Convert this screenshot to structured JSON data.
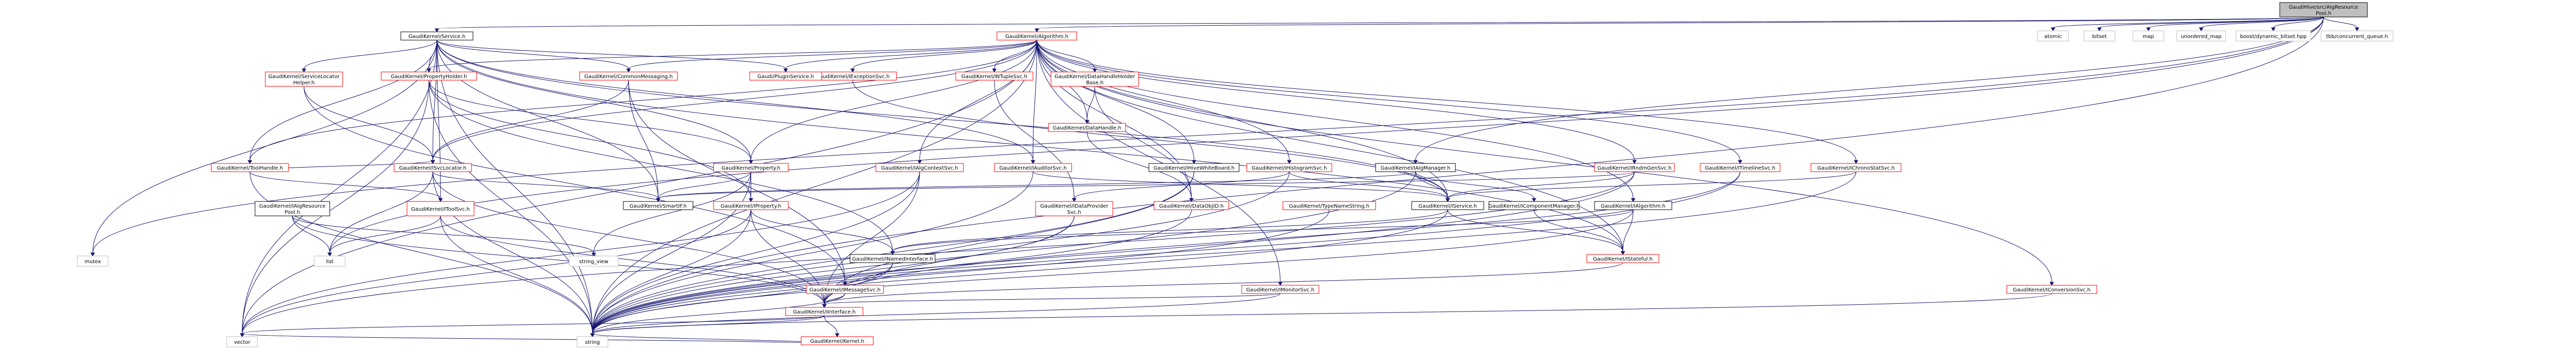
{
  "nodes": [
    {
      "id": "root",
      "lines": [
        "GaudiHive/src/AlgResource",
        "Pool.h"
      ],
      "kind": "root"
    },
    {
      "id": "algorithm",
      "lines": [
        "GaudiKernel/Algorithm.h"
      ],
      "kind": "red"
    },
    {
      "id": "ialgmanager",
      "lines": [
        "GaudiKernel/IAlgManager.h"
      ],
      "kind": "black"
    },
    {
      "id": "service",
      "lines": [
        "GaudiKernel/Service.h"
      ],
      "kind": "black"
    },
    {
      "id": "atomic",
      "lines": [
        "atomic"
      ],
      "kind": "plain"
    },
    {
      "id": "bitset",
      "lines": [
        "bitset"
      ],
      "kind": "plain"
    },
    {
      "id": "map",
      "lines": [
        "map"
      ],
      "kind": "plain"
    },
    {
      "id": "unordered_map",
      "lines": [
        "unordered_map"
      ],
      "kind": "plain"
    },
    {
      "id": "dynamic_bitset",
      "lines": [
        "boost/dynamic_bitset.hpp"
      ],
      "kind": "plain"
    },
    {
      "id": "tbb",
      "lines": [
        "tbb/concurrent_queue.h"
      ],
      "kind": "plain"
    },
    {
      "id": "iconversionsvc",
      "lines": [
        "GaudiKernel/IConversionSvc.h"
      ],
      "kind": "red"
    },
    {
      "id": "ichronostatsvc",
      "lines": [
        "GaudiKernel/IChronoStatSvc.h"
      ],
      "kind": "red"
    },
    {
      "id": "itimelinesvc",
      "lines": [
        "GaudiKernel/ITimelineSvc.h"
      ],
      "kind": "red"
    },
    {
      "id": "ibindingensvc",
      "lines": [
        "GaudiKernel/IRndmGenSvc.h"
      ],
      "kind": "red"
    },
    {
      "id": "ihistogramsvc",
      "lines": [
        "GaudiKernel/IHistogramSvc.h"
      ],
      "kind": "red"
    },
    {
      "id": "ihivewhiteboard",
      "lines": [
        "GaudiKernel/IHiveWhiteBoard.h"
      ],
      "kind": "black"
    },
    {
      "id": "datahandleholder",
      "lines": [
        "GaudiKernel/DataHandleHolder",
        "Base.h"
      ],
      "kind": "red"
    },
    {
      "id": "intuplesvc",
      "lines": [
        "GaudiKernel/INTupleSvc.h"
      ],
      "kind": "red"
    },
    {
      "id": "iexceptionsvc",
      "lines": [
        "GaudiKernel/IExceptionSvc.h"
      ],
      "kind": "red"
    },
    {
      "id": "commonmessaging",
      "lines": [
        "GaudiKernel/CommonMessaging.h"
      ],
      "kind": "red"
    },
    {
      "id": "ipluginservice",
      "lines": [
        "Gaudi/PluginService.h"
      ],
      "kind": "red"
    },
    {
      "id": "svclocatorhelper",
      "lines": [
        "GaudiKernel/ServiceLocator",
        "Helper.h"
      ],
      "kind": "red"
    },
    {
      "id": "propertyholder",
      "lines": [
        "GaudiKernel/PropertyHolder.h"
      ],
      "kind": "red"
    },
    {
      "id": "toolhandle",
      "lines": [
        "GaudiKernel/ToolHandle.h"
      ],
      "kind": "red"
    },
    {
      "id": "ialgresourcepool",
      "lines": [
        "GaudiKernel/IAlgResource",
        "Pool.h"
      ],
      "kind": "black"
    },
    {
      "id": "isvclocator",
      "lines": [
        "GaudiKernel/ISvcLocator.h"
      ],
      "kind": "red"
    },
    {
      "id": "itoolsvc",
      "lines": [
        "GaudiKernel/IToolSvc.h"
      ],
      "kind": "red"
    },
    {
      "id": "property",
      "lines": [
        "GaudiKernel/Property.h"
      ],
      "kind": "red"
    },
    {
      "id": "iproperty",
      "lines": [
        "GaudiKernel/IProperty.h"
      ],
      "kind": "red"
    },
    {
      "id": "smartif",
      "lines": [
        "GaudiKernel/SmartIF.h"
      ],
      "kind": "black"
    },
    {
      "id": "ialgcontextsvc",
      "lines": [
        "GaudiKernel/IAlgContextSvc.h"
      ],
      "kind": "red"
    },
    {
      "id": "iauditorsvc",
      "lines": [
        "GaudiKernel/IAuditorSvc.h"
      ],
      "kind": "red"
    },
    {
      "id": "datahandle",
      "lines": [
        "GaudiKernel/DataHandle.h"
      ],
      "kind": "red"
    },
    {
      "id": "idataprovidersvc",
      "lines": [
        "GaudiKernel/IDataProvider",
        "Svc.h"
      ],
      "kind": "red"
    },
    {
      "id": "dataobjid",
      "lines": [
        "GaudiKernel/DataObjID.h"
      ],
      "kind": "red"
    },
    {
      "id": "typenamestring",
      "lines": [
        "GaudiKernel/TypeNameString.h"
      ],
      "kind": "red"
    },
    {
      "id": "iservice",
      "lines": [
        "GaudiKernel/IService.h"
      ],
      "kind": "black"
    },
    {
      "id": "icomponentmanager",
      "lines": [
        "GaudiKernel/IComponentManager.h"
      ],
      "kind": "black"
    },
    {
      "id": "ialgorithm",
      "lines": [
        "GaudiKernel/IAlgorithm.h"
      ],
      "kind": "black"
    },
    {
      "id": "istateful",
      "lines": [
        "GaudiKernel/IStateful.h"
      ],
      "kind": "red"
    },
    {
      "id": "inamedinterface",
      "lines": [
        "GaudiKernel/INamedInterface.h"
      ],
      "kind": "black"
    },
    {
      "id": "imessagesvc",
      "lines": [
        "GaudiKernel/IMessageSvc.h"
      ],
      "kind": "red"
    },
    {
      "id": "imonitorsvc",
      "lines": [
        "GaudiKernel/IMonitorSvc.h"
      ],
      "kind": "red"
    },
    {
      "id": "iinterface",
      "lines": [
        "GaudiKernel/IInterface.h"
      ],
      "kind": "red"
    },
    {
      "id": "kernel",
      "lines": [
        "GaudiKernel/Kernel.h"
      ],
      "kind": "red"
    },
    {
      "id": "mutex",
      "lines": [
        "mutex"
      ],
      "kind": "plain"
    },
    {
      "id": "list",
      "lines": [
        "list"
      ],
      "kind": "plain"
    },
    {
      "id": "string_view",
      "lines": [
        "string_view"
      ],
      "kind": "plain"
    },
    {
      "id": "vector",
      "lines": [
        "vector"
      ],
      "kind": "plain"
    },
    {
      "id": "string",
      "lines": [
        "string"
      ],
      "kind": "plain"
    }
  ]
}
